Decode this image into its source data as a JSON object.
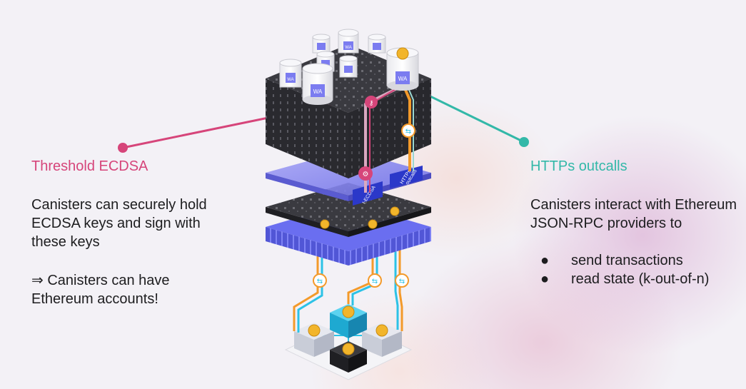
{
  "ecdsa": {
    "title": "Threshold ECDSA",
    "description": "Canisters can securely hold ECDSA keys and sign with these keys",
    "conclusion": "⇒ Canisters can have Ethereum accounts!"
  },
  "https": {
    "title": "HTTPs outcalls",
    "description": "Canisters interact with Ethereum JSON-RPC providers to",
    "bullets": [
      "send transactions",
      "read state (k-out-of-n)"
    ]
  },
  "diagram": {
    "canister_label": "WA",
    "ecdsa_tag": "t-ECDSA",
    "https_tag_line1": "HTTPs",
    "https_tag_line2": "outcalls"
  },
  "colors": {
    "ecdsa_accent": "#d6457a",
    "https_accent": "#33b8a8",
    "cube_dark": "#2e2e33",
    "layer_purple": "#7b7cf0",
    "coin_gold": "#f2b52b",
    "node_blue": "#2cc2e6"
  }
}
